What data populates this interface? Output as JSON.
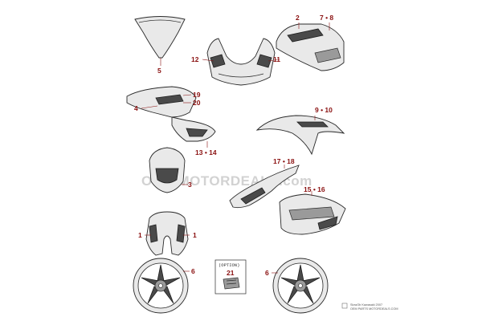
{
  "callouts": {
    "c1": "2",
    "c2": "7 • 8",
    "c3": "5",
    "c4": "12",
    "c5": "11",
    "c6": "19",
    "c7": "20",
    "c8": "4",
    "c9": "9 • 10",
    "c10": "13 • 14",
    "c11": "17 • 18",
    "c12": "3",
    "c13": "15 • 16",
    "c14": "1",
    "c15": "1",
    "c16": "6",
    "c17": "6",
    "c18": "21"
  },
  "option_label": "(OPTION)",
  "watermark": "OEM MOTORDEALS.com",
  "footer": {
    "line1": "SlowOb Kawasaki 2007",
    "line2": "OEM PARTS MOTORDEALS.COM"
  },
  "colors": {
    "callout": "#8a1010",
    "line": "#2a2a2a",
    "watermark": "#c4c4c4"
  }
}
